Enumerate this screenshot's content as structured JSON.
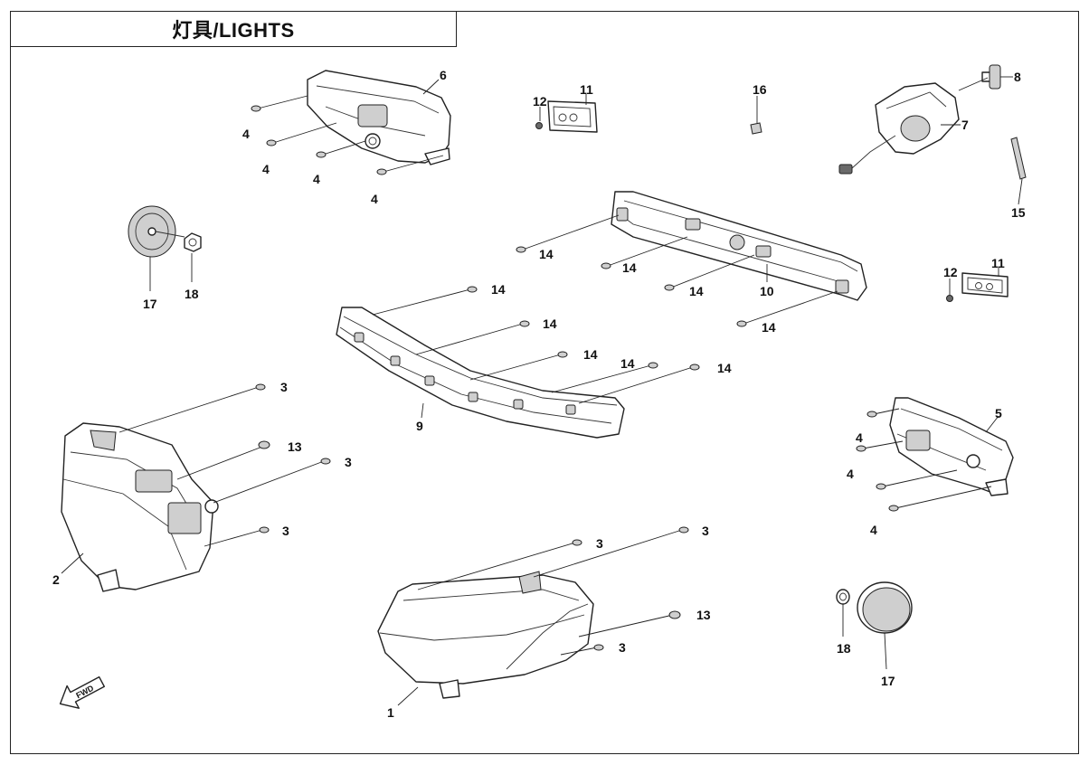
{
  "title": "灯具/LIGHTS",
  "fwd_label": "FWD",
  "callouts": {
    "c1": "1",
    "c2": "2",
    "c3a": "3",
    "c3b": "3",
    "c3c": "3",
    "c3d": "3",
    "c3e": "3",
    "c3f": "3",
    "c4a": "4",
    "c4b": "4",
    "c4c": "4",
    "c4d": "4",
    "c4e": "4",
    "c4f": "4",
    "c4g": "4",
    "c5": "5",
    "c6": "6",
    "c7": "7",
    "c8": "8",
    "c9": "9",
    "c10": "10",
    "c11a": "11",
    "c11b": "11",
    "c12a": "12",
    "c12b": "12",
    "c13a": "13",
    "c13b": "13",
    "c14a": "14",
    "c14b": "14",
    "c14c": "14",
    "c14d": "14",
    "c14e": "14",
    "c14f": "14",
    "c14g": "14",
    "c14h": "14",
    "c14i": "14",
    "c15": "15",
    "c16": "16",
    "c17a": "17",
    "c17b": "17",
    "c18a": "18",
    "c18b": "18"
  },
  "icons": [
    "fwd-arrow-icon"
  ]
}
